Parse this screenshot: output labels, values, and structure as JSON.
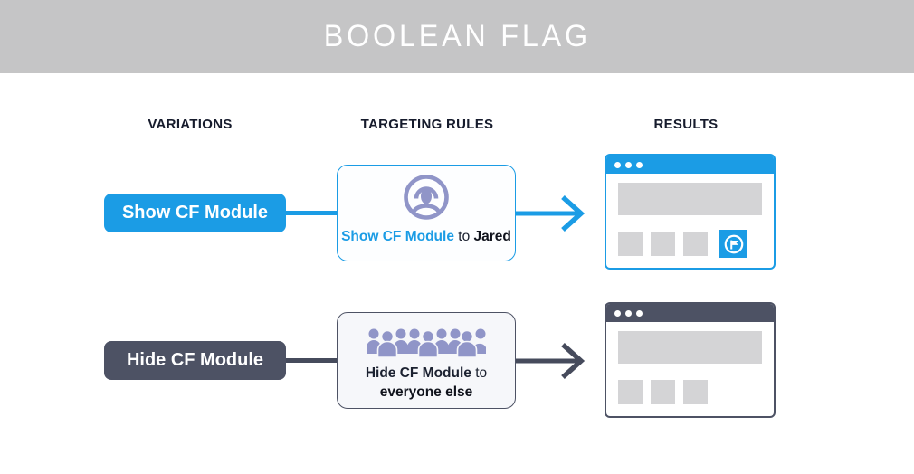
{
  "banner": {
    "title": "BOOLEAN FLAG",
    "bg_color": "#c5c5c6",
    "text_color": "#ffffff"
  },
  "columns": [
    {
      "label": "VARIATIONS"
    },
    {
      "label": "TARGETING RULES"
    },
    {
      "label": "RESULTS"
    }
  ],
  "colors": {
    "accent_blue": "#1b9ce5",
    "slate": "#4d5264",
    "arrow_slate": "#464b5c",
    "icon_purple": "#9095c8",
    "placeholder_gray": "#d4d4d6",
    "text_dark": "#1b2130",
    "card_light_bg": "#f6f7fa"
  },
  "rows": [
    {
      "variation_label": "Show CF Module",
      "rule": {
        "icon": "user-in-circle-icon",
        "flag_text": "Show CF Module",
        "connector_text": "to",
        "target_text": "Jared"
      },
      "result": {
        "state": "module shown",
        "module_icon": "flag-icon"
      }
    },
    {
      "variation_label": "Hide CF Module",
      "rule": {
        "icon": "crowd-icon",
        "flag_text": "Hide CF Module",
        "connector_text": "to",
        "target_text": "everyone else"
      },
      "result": {
        "state": "module hidden"
      }
    }
  ]
}
